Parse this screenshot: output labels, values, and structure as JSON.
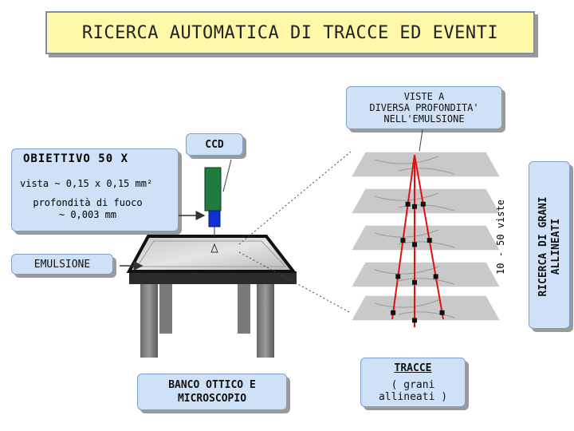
{
  "title": "RICERCA AUTOMATICA DI TRACCE ED EVENTI",
  "views_label": [
    "VISTE  A",
    "DIVERSA PROFONDITA'",
    "NELL'EMULSIONE"
  ],
  "ccd_label": "CCD",
  "objective": {
    "title": "OBIETTIVO  50 X",
    "field_of_view": "vista  ~ 0,15 x 0,15 mm²",
    "depth_of_focus": [
      "profondità di fuoco",
      "~ 0,003 mm"
    ]
  },
  "emulsion_label": "EMULSIONE",
  "bench_label": [
    "BANCO OTTICO E",
    "MICROSCOPIO"
  ],
  "tracks": {
    "title": "TRACCE",
    "subtitle": "( grani allineati )"
  },
  "views_count_label": "10 - 50  viste",
  "aligned_grains_label": [
    "RICERCA  DI  GRANI",
    "ALLINEATI"
  ],
  "colors": {
    "title_bg": "#fff8a8",
    "label_bg": "#cfe1f7",
    "ccd_camera": "#1f7a3d",
    "objective_lens": "#1030d0",
    "track_lines": "#e01010"
  }
}
